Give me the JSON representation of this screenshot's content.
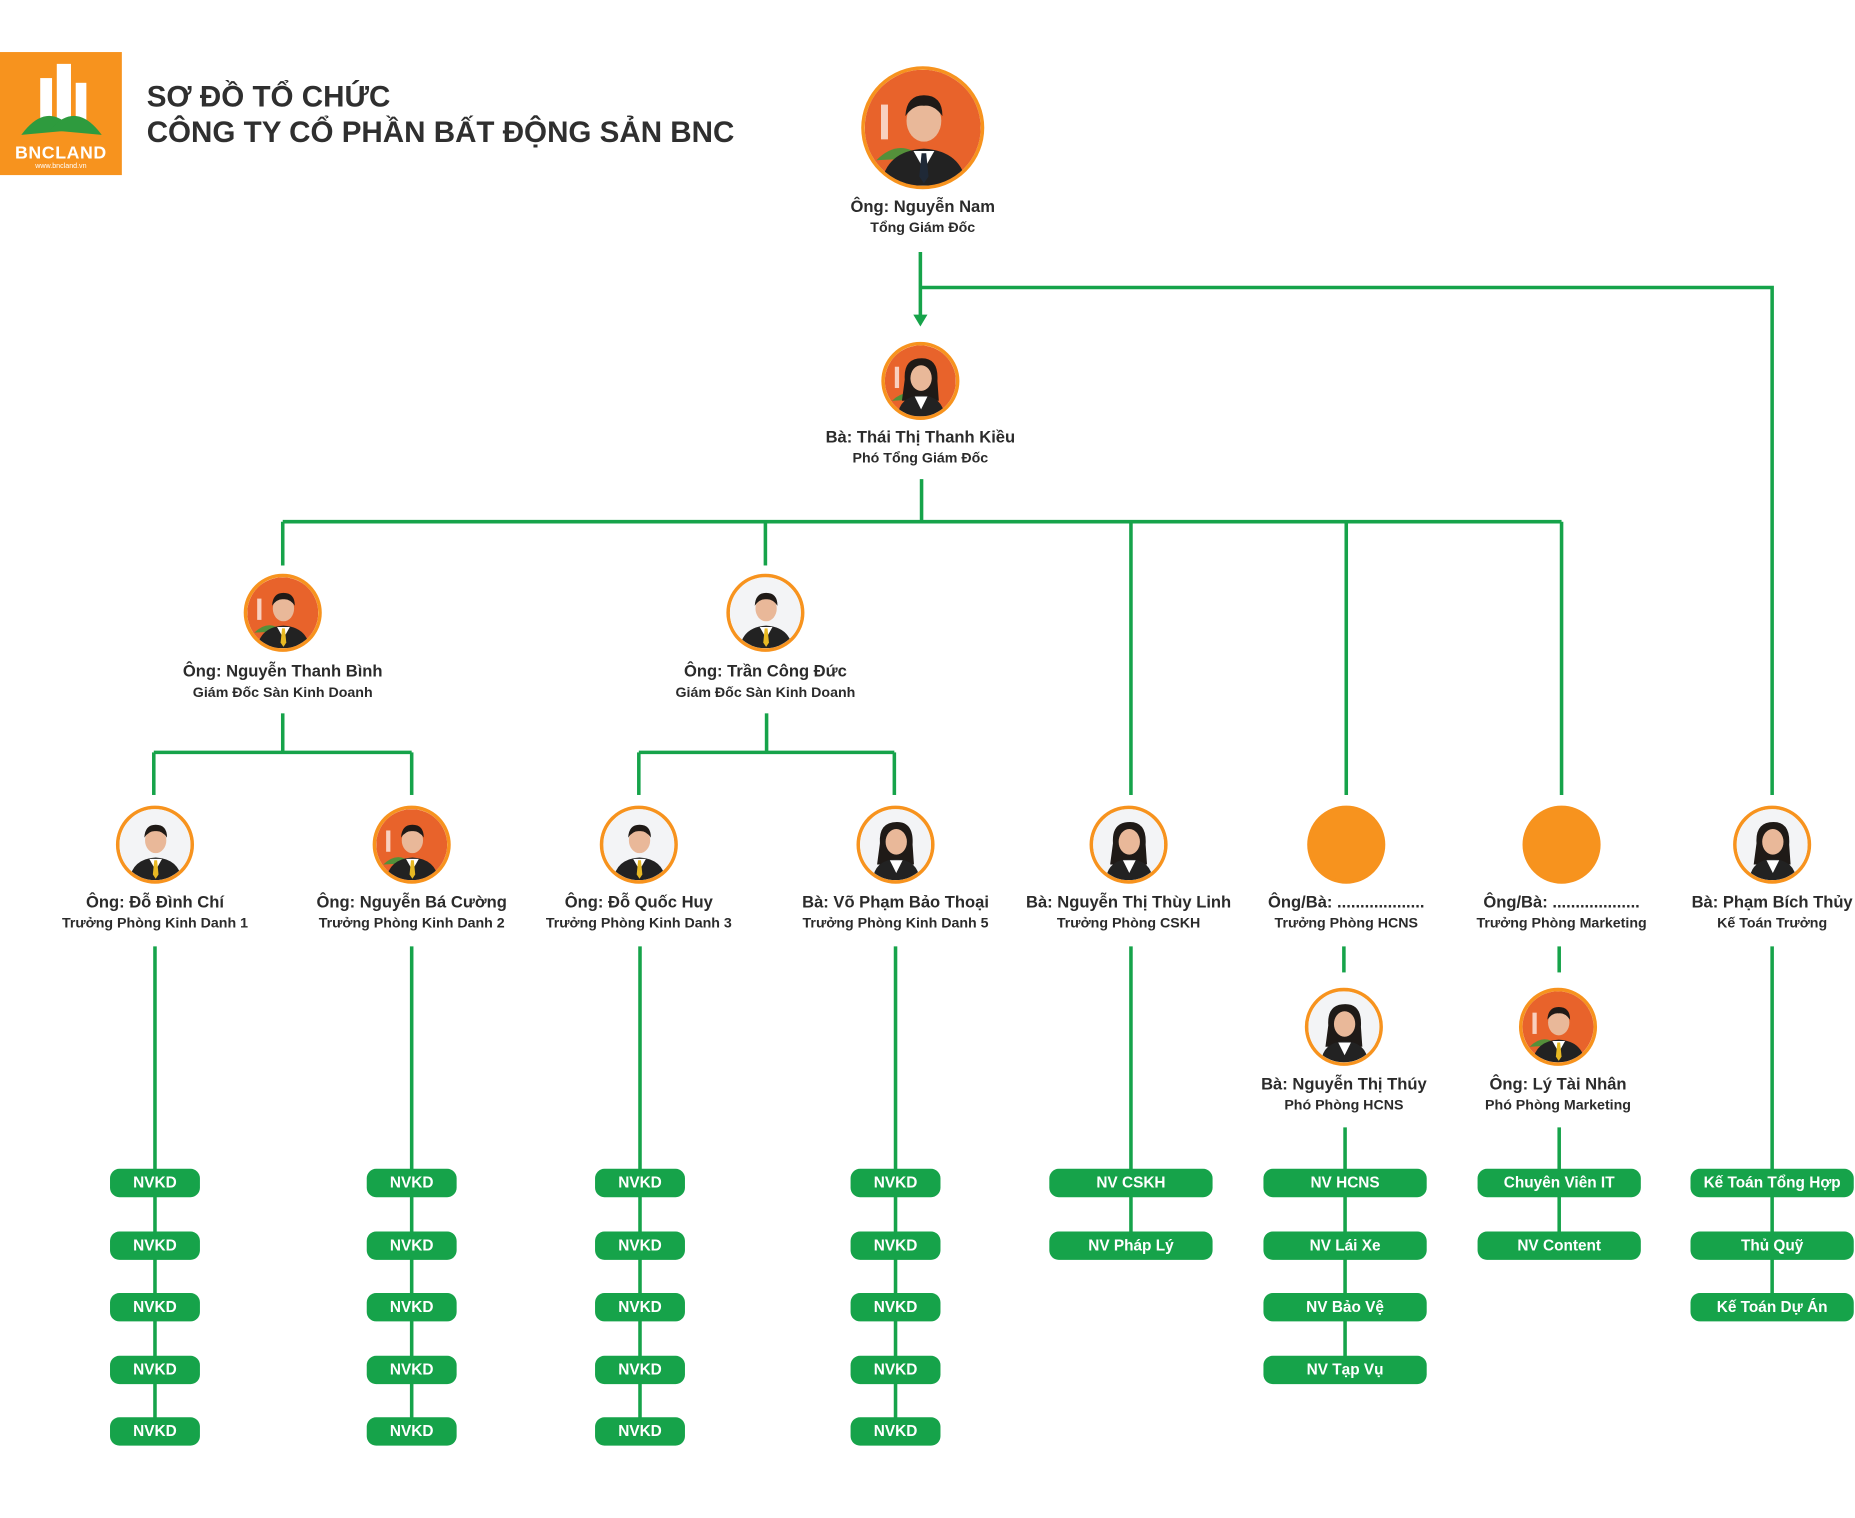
{
  "header": {
    "logo_text": "BNCLAND",
    "logo_sub": "www.bncland.vn",
    "title_line1": "SƠ ĐỒ TỔ CHỨC",
    "title_line2": "CÔNG TY CỔ PHẦN BẤT ĐỘNG SẢN BNC"
  },
  "colors": {
    "line": "#16a34a",
    "pill": "#16a34a",
    "ring": "#f7931e",
    "photo_bg": "#e8632b"
  },
  "people": {
    "ceo": {
      "name": "Ông: Nguyễn Nam",
      "title": "Tổng Giám Đốc"
    },
    "deputy": {
      "name": "Bà: Thái Thị Thanh Kiều",
      "title": "Phó Tổng Giám Đốc"
    },
    "director1": {
      "name": "Ông: Nguyễn Thanh Bình",
      "title": "Giám Đốc Sàn Kinh Doanh"
    },
    "director2": {
      "name": "Ông: Trần Công Đức",
      "title": "Giám Đốc Sàn Kinh Doanh"
    },
    "head_kd1": {
      "name": "Ông: Đỗ Đình Chí",
      "title": "Trưởng Phòng Kinh Danh 1"
    },
    "head_kd2": {
      "name": "Ông: Nguyễn Bá Cường",
      "title": "Trưởng Phòng Kinh Danh 2"
    },
    "head_kd3": {
      "name": "Ông: Đỗ Quốc Huy",
      "title": "Trưởng Phòng Kinh Danh 3"
    },
    "head_kd5": {
      "name": "Bà: Võ Phạm Bảo Thoại",
      "title": "Trưởng Phòng Kinh Danh 5"
    },
    "head_cskh": {
      "name": "Bà: Nguyễn Thị Thùy Linh",
      "title": "Trưởng Phòng CSKH"
    },
    "head_hcns": {
      "name": "Ông/Bà: ...................",
      "title": "Trưởng Phòng HCNS"
    },
    "head_mkt": {
      "name": "Ông/Bà: ...................",
      "title": "Trưởng Phòng Marketing"
    },
    "chief_acc": {
      "name": "Bà: Phạm Bích Thủy",
      "title": "Kế Toán Trưởng"
    },
    "dep_hcns": {
      "name": "Bà: Nguyễn Thị Thúy",
      "title": "Phó Phòng HCNS"
    },
    "dep_mkt": {
      "name": "Ông: Lý Tài Nhân",
      "title": "Phó Phòng Marketing"
    }
  },
  "staff": {
    "kd1": [
      "NVKD",
      "NVKD",
      "NVKD",
      "NVKD",
      "NVKD"
    ],
    "kd2": [
      "NVKD",
      "NVKD",
      "NVKD",
      "NVKD",
      "NVKD"
    ],
    "kd3": [
      "NVKD",
      "NVKD",
      "NVKD",
      "NVKD",
      "NVKD"
    ],
    "kd5": [
      "NVKD",
      "NVKD",
      "NVKD",
      "NVKD",
      "NVKD"
    ],
    "cskh": [
      "NV CSKH",
      "NV Pháp Lý"
    ],
    "hcns": [
      "NV HCNS",
      "NV Lái Xe",
      "NV Bảo Vệ",
      "NV Tạp Vụ"
    ],
    "mkt": [
      "Chuyên Viên IT",
      "NV Content"
    ],
    "acc": [
      "Kế Toán Tổng Hợp",
      "Thủ Quỹ",
      "Kế Toán Dự Án"
    ]
  }
}
